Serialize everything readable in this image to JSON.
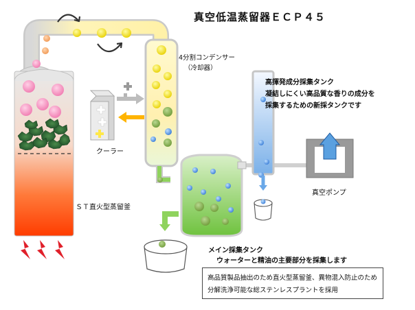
{
  "title": "真空低温蒸留器ＥＣＰ４５",
  "labels": {
    "condenser_line1": "4分割コンデンサー",
    "condenser_line2": "（冷却器）",
    "high_press_line1": "高揮発成分採集タンク",
    "high_press_line2": "凝結しにくい高品質な香りの成分を",
    "high_press_line3": "採集するための新採タンクです",
    "cooler": "クーラー",
    "vacuum_pump": "真空ポンプ",
    "st_still": "ＳＴ直火型蒸留釜",
    "main_tank_line1": "メイン採集タンク",
    "main_tank_line2": "ウォーターと精油の主要部分を採集します"
  },
  "note": {
    "line1": "高品質製品抽出のため直火型蒸留釜、異物混入防止のため",
    "line2": "分解洗浄可能な総ステンレスプラントを採用"
  },
  "colors": {
    "still_top": "#f2f2f2",
    "still_bottom": "#ff3b00",
    "condenser": "#fff7cc",
    "main_tank": "#8fd35d",
    "high_tank": "#8fc0ef",
    "pipe": "#c8c8c8",
    "flame": "#e0202a",
    "arrow": "#ffa000"
  }
}
